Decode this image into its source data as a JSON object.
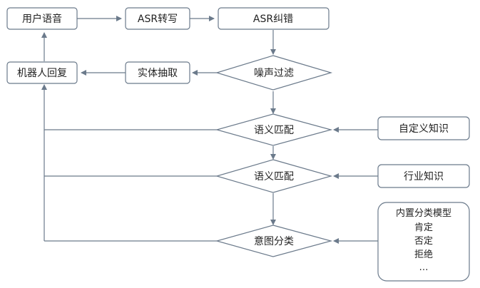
{
  "nodes": {
    "user_speech": "用户语音",
    "asr_transcribe": "ASR转写",
    "asr_correct": "ASR纠错",
    "noise_filter": "噪声过滤",
    "entity_extract": "实体抽取",
    "robot_reply": "机器人回复",
    "semantic_match_1": "语义匹配",
    "semantic_match_2": "语义匹配",
    "intent_classify": "意图分类",
    "custom_knowledge": "自定义知识",
    "industry_knowledge": "行业知识",
    "builtin_models": {
      "title": "内置分类模型",
      "items": [
        "肯定",
        "否定",
        "拒绝",
        "…"
      ]
    }
  },
  "colors": {
    "stroke": "#6b7a8b",
    "fill": "#ffffff",
    "text": "#222222"
  }
}
